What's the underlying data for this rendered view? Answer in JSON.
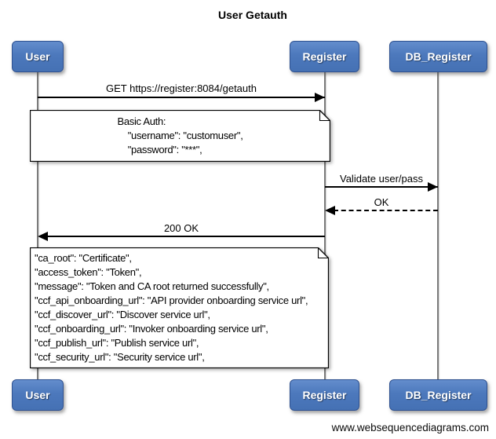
{
  "title": "User Getauth",
  "actors": [
    {
      "id": "user",
      "label": "User"
    },
    {
      "id": "register",
      "label": "Register"
    },
    {
      "id": "db_register",
      "label": "DB_Register"
    }
  ],
  "messages": [
    {
      "label": "GET https://register:8084/getauth",
      "from": "User",
      "to": "Register",
      "line_style": "solid"
    },
    {
      "label": "Validate user/pass",
      "from": "Register",
      "to": "DB_Register",
      "line_style": "solid"
    },
    {
      "label": "OK",
      "from": "DB_Register",
      "to": "Register",
      "line_style": "dashed"
    },
    {
      "label": "200 OK",
      "from": "Register",
      "to": "User",
      "line_style": "solid"
    }
  ],
  "notes": [
    {
      "name": "basic-auth-note",
      "lines": [
        "Basic Auth:",
        "    \"username\": \"customuser\",",
        "    \"password\": \"***\","
      ]
    },
    {
      "name": "token-response-note",
      "lines": [
        "\"ca_root\": \"Certificate\",",
        "\"access_token\": \"Token\",",
        "\"message\": \"Token and CA root returned successfully\",",
        "\"ccf_api_onboarding_url\": \"API provider onboarding service url\",",
        "\"ccf_discover_url\": \"Discover service url\",",
        "\"ccf_onboarding_url\": \"Invoker onboarding service url\",",
        "\"ccf_publish_url\": \"Publish service url\",",
        "\"ccf_security_url\": \"Security service url\","
      ]
    }
  ],
  "watermark": "www.websequencediagrams.com",
  "colors": {
    "actor_fill": "#4c78bc",
    "actor_border": "#2e5190",
    "actor_text": "#ffffff",
    "lifeline": "#7b7b7b",
    "message_line": "#000000",
    "note_background": "#ffffff",
    "note_border": "#000000",
    "background": "#ffffff"
  }
}
